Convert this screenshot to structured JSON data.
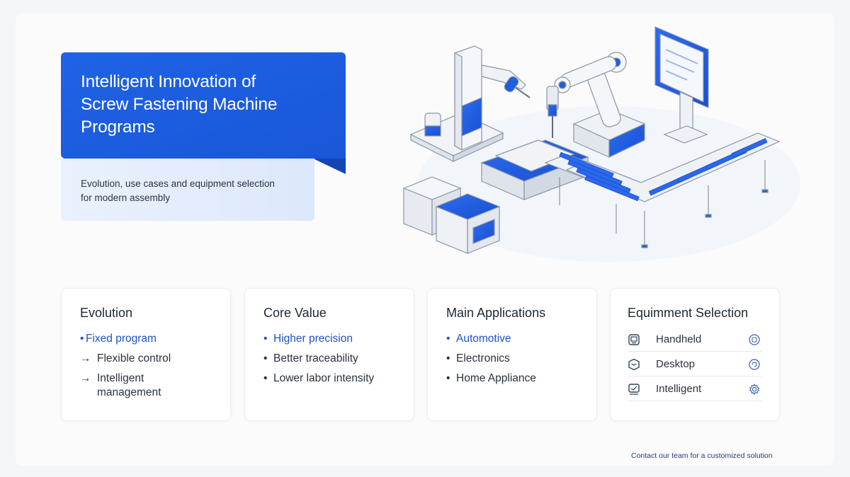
{
  "hero": {
    "title": "Intelligent Innovation of\nScrew Fastening Machine\nPrograms",
    "subtitle": "Evolution, use cases and equipment selection\nfor modern assembly"
  },
  "cards": [
    {
      "title": "Evolution",
      "items": [
        {
          "marker": "•",
          "text": "Fixed program",
          "highlight": true
        },
        {
          "marker": "→",
          "text": "Flexible control"
        },
        {
          "marker": "→",
          "text": "Intelligent\nmanagement"
        }
      ]
    },
    {
      "title": "Core Value",
      "items": [
        {
          "marker": "•",
          "text": "Higher precision",
          "highlight": true
        },
        {
          "marker": "•",
          "text": "Better traceability"
        },
        {
          "marker": "•",
          "text": "Lower labor intensity"
        }
      ]
    },
    {
      "title": "Main Applications",
      "items": [
        {
          "marker": "•",
          "text": "Automotive",
          "highlight": true
        },
        {
          "marker": "•",
          "text": "Electronics"
        },
        {
          "marker": "•",
          "text": "Home Appliance"
        }
      ]
    }
  ],
  "selection": {
    "title": "Equimment Selection",
    "rows": [
      {
        "label": "Handheld",
        "icon": "handheld-device-icon",
        "right_icon": "screwdriver-badge-icon"
      },
      {
        "label": "Desktop",
        "icon": "desktop-unit-icon",
        "right_icon": "refresh-badge-icon"
      },
      {
        "label": "Intelligent",
        "icon": "intelligent-panel-icon",
        "right_icon": "gear-icon"
      }
    ]
  },
  "footer": {
    "text": "Contact our team for a customized solution"
  },
  "colors": {
    "accent": "#1f63e6",
    "accent_dark": "#1445b3",
    "text": "#1f2a37",
    "highlight": "#1f52c7"
  }
}
